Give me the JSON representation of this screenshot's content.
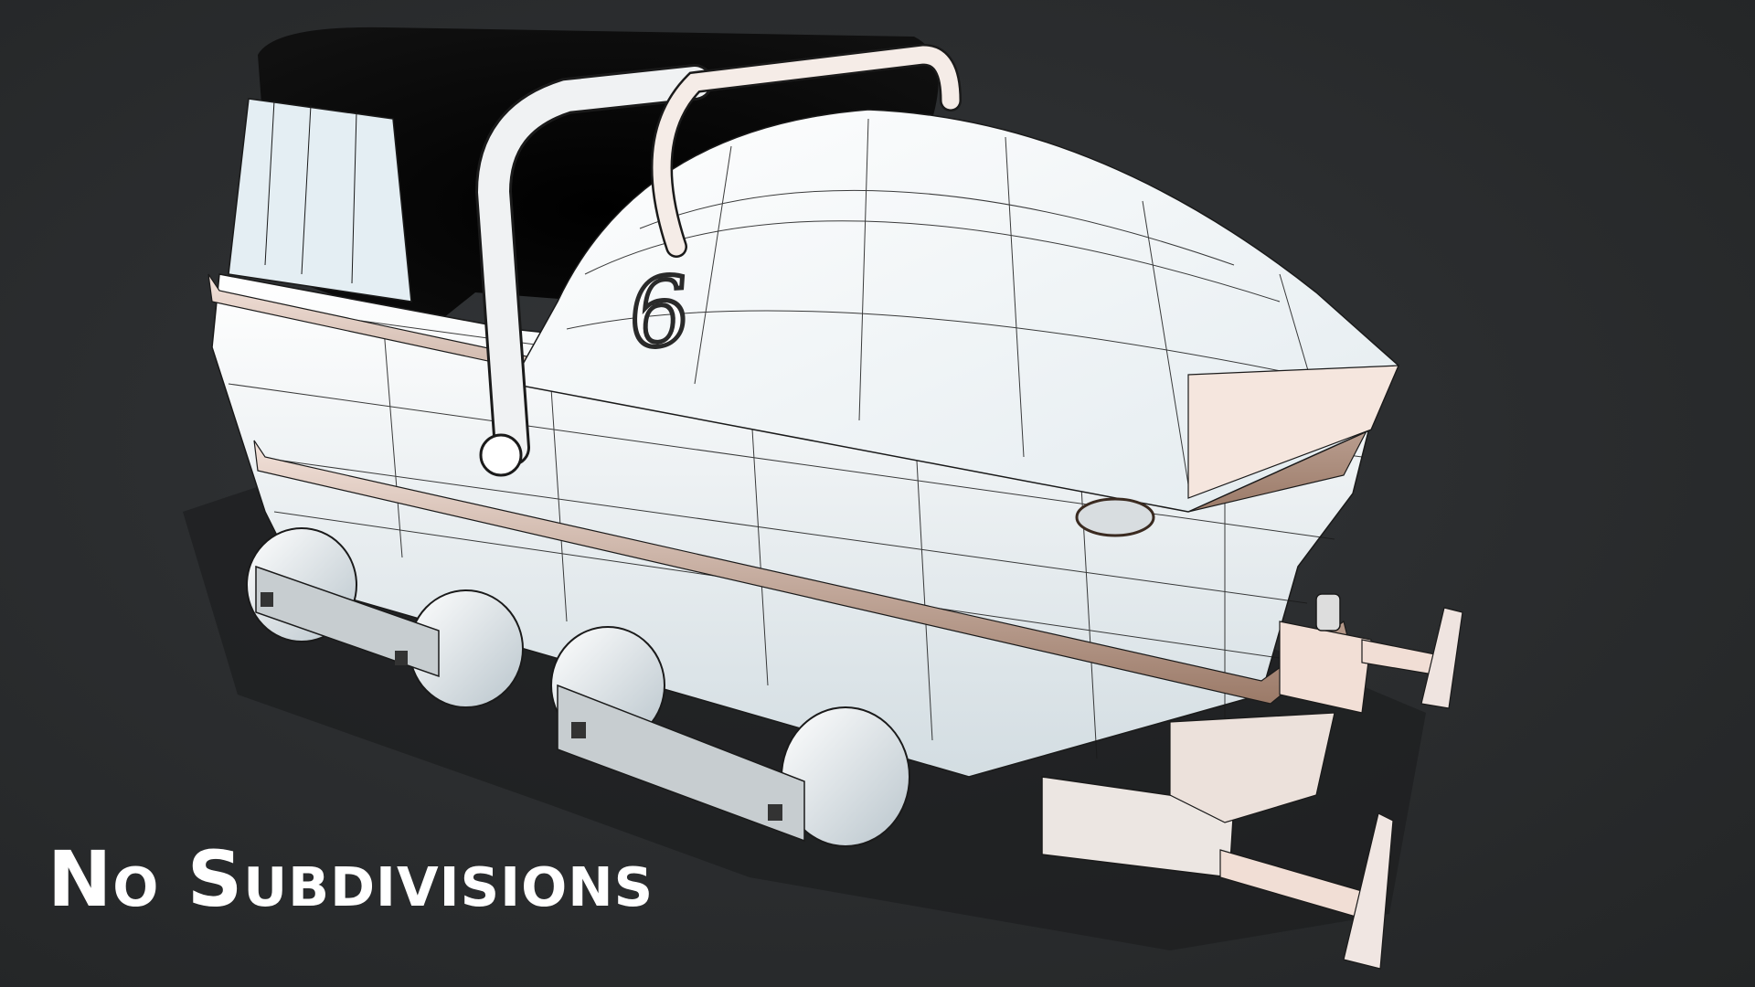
{
  "caption": {
    "text": "No Subdivisions"
  },
  "model": {
    "subject": "ride car wireframe render",
    "number_label": "6",
    "render_mode": "shaded with wireframe overlay",
    "parts": [
      "seat-backrest",
      "grab-bar",
      "front-hood",
      "side-bumper-rail",
      "front-wheel-bogie",
      "rear-wheel-bogie",
      "front-buffer",
      "rear-buffer",
      "headlight",
      "hitch-knob"
    ]
  },
  "colors": {
    "background_center": "#34373a",
    "background_edge": "#232526",
    "body": "#eef4f7",
    "body_shade": "#c8d3d9",
    "trim": "#e9d3c8",
    "trim_dark": "#8a6a58",
    "seat": "#050505",
    "wire": "#1a1a1a",
    "shadow": "#1f2021",
    "caption": "#ffffff"
  }
}
